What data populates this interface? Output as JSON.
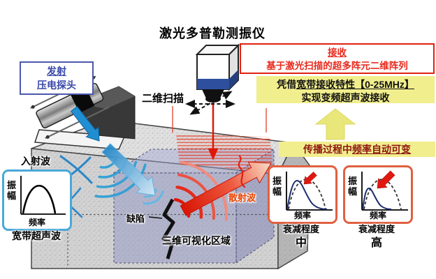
{
  "diagram_title": "激光多普勒测振仪",
  "labels": {
    "scan": "二维扫描",
    "incident_wave": "入射波",
    "defect": "缺陷",
    "scattered_wave": "散射波",
    "visualization_region": "三维可视化区域"
  },
  "transmit_box": {
    "title": "发射",
    "subtitle": "压电探头"
  },
  "receive_box": {
    "title": "接收",
    "subtitle": "基于激光扫描的超多阵元二维阵列"
  },
  "bandwidth_box": {
    "prefix": "凭借",
    "underlined": "宽带接收特性【0-25MHz】",
    "line2": "实现变频超声波接收"
  },
  "propagation_box": {
    "prefix": "传播过程中",
    "underlined": "频率自动可变"
  },
  "charts": {
    "broadband": {
      "y_label": "振幅",
      "x_label": "频率",
      "caption": "宽带超声波"
    },
    "attenuation_mid": {
      "y_label": "振幅",
      "x_label": "频率",
      "caption": "衰减程度",
      "level": "中"
    },
    "attenuation_high": {
      "y_label": "振幅",
      "x_label": "频率",
      "caption": "衰减程度",
      "level": "高"
    }
  },
  "colors": {
    "red_accent": "#e8291c",
    "yellow_highlight": "#f1ee8e",
    "blue_text": "#3847a8",
    "propagation_text": "#8e1510",
    "scatter_text": "#e84200",
    "wave_blue": "#2f9fd6",
    "wave_red": "#e01808"
  }
}
